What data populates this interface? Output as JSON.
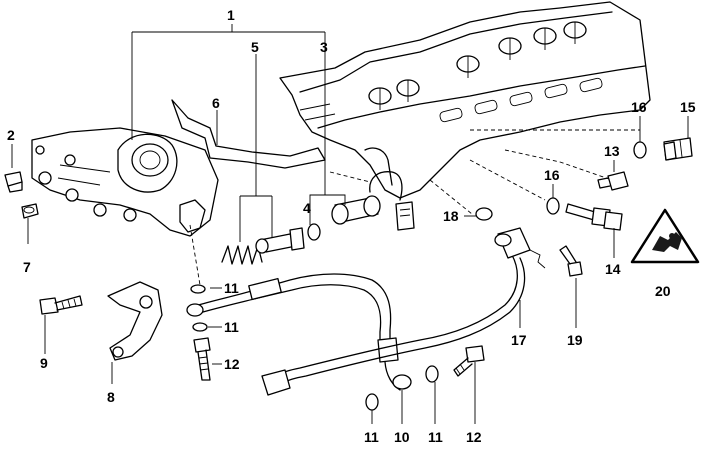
{
  "callouts": [
    {
      "id": "c1",
      "label": "1"
    },
    {
      "id": "c2",
      "label": "2"
    },
    {
      "id": "c3",
      "label": "3"
    },
    {
      "id": "c4",
      "label": "4"
    },
    {
      "id": "c5",
      "label": "5"
    },
    {
      "id": "c6",
      "label": "6"
    },
    {
      "id": "c7",
      "label": "7"
    },
    {
      "id": "c8",
      "label": "8"
    },
    {
      "id": "c9",
      "label": "9"
    },
    {
      "id": "c10",
      "label": "10"
    },
    {
      "id": "c11a",
      "label": "11"
    },
    {
      "id": "c11b",
      "label": "11"
    },
    {
      "id": "c11c",
      "label": "11"
    },
    {
      "id": "c11d",
      "label": "11"
    },
    {
      "id": "c12a",
      "label": "12"
    },
    {
      "id": "c12b",
      "label": "12"
    },
    {
      "id": "c13",
      "label": "13"
    },
    {
      "id": "c14",
      "label": "14"
    },
    {
      "id": "c15",
      "label": "15"
    },
    {
      "id": "c16a",
      "label": "16"
    },
    {
      "id": "c16b",
      "label": "16"
    },
    {
      "id": "c17",
      "label": "17"
    },
    {
      "id": "c18",
      "label": "18"
    },
    {
      "id": "c19",
      "label": "19"
    },
    {
      "id": "c20",
      "label": "20"
    }
  ]
}
